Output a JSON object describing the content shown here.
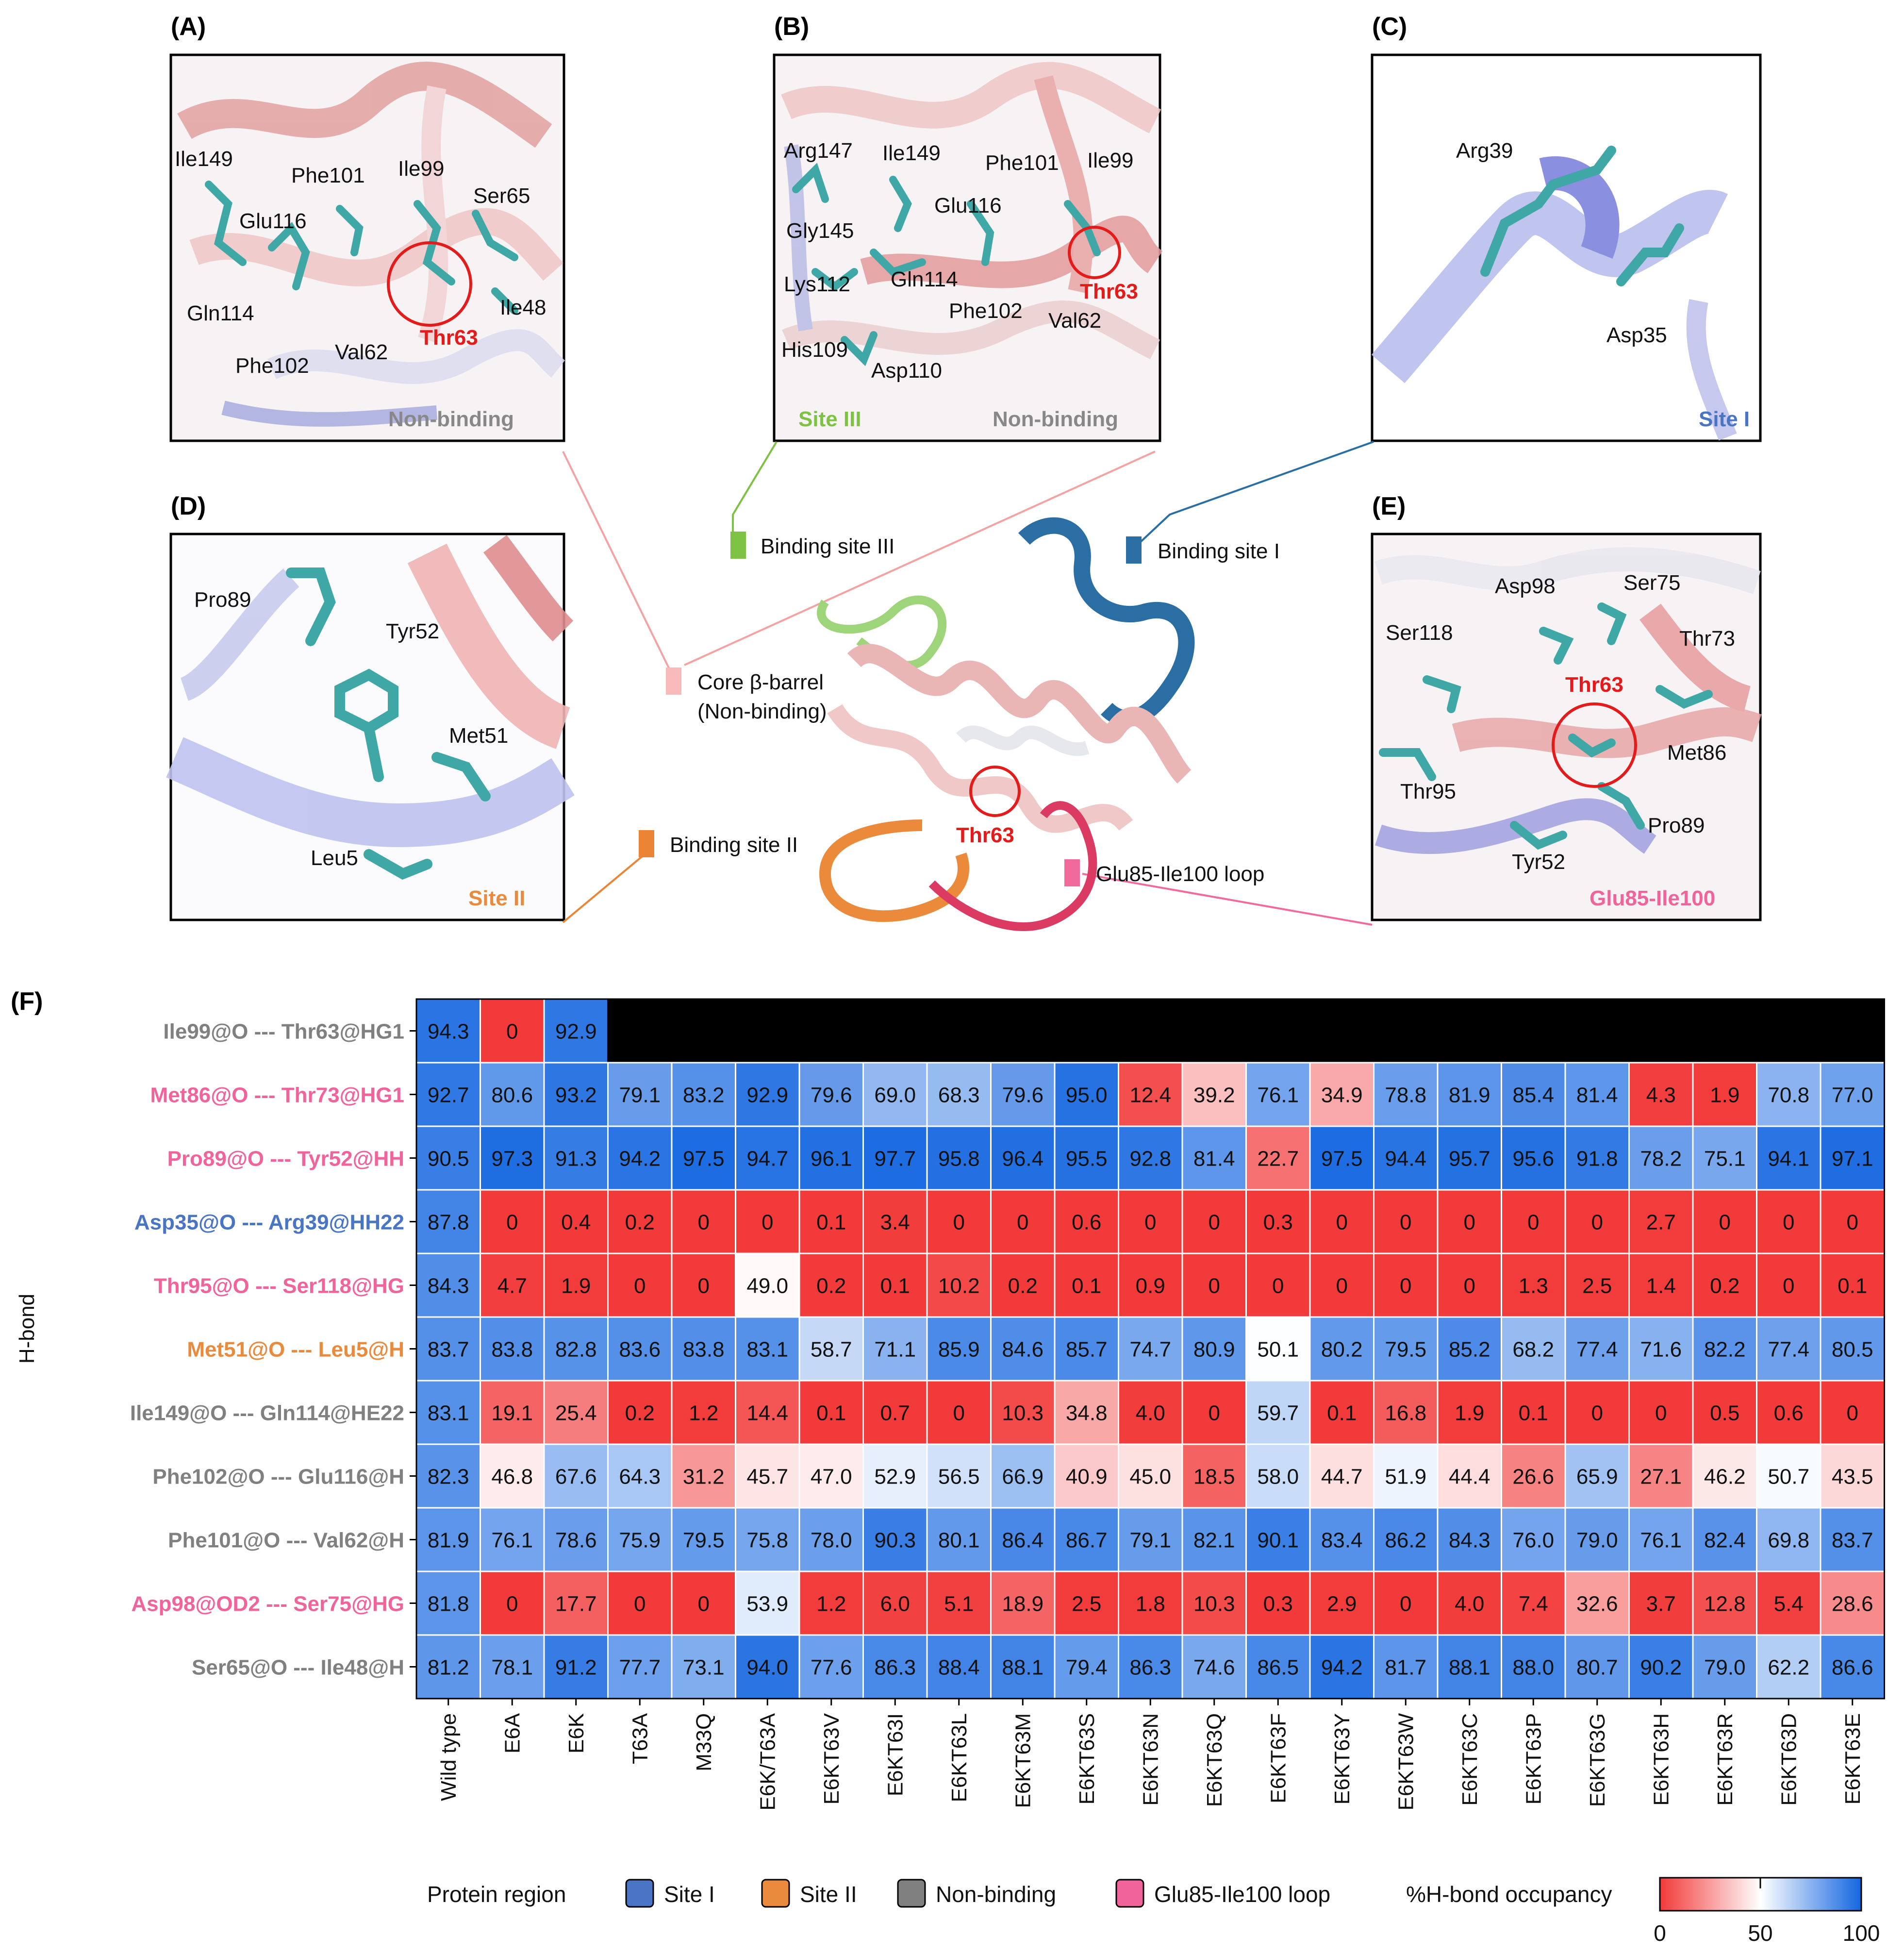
{
  "panels": {
    "A": {
      "letter": "(A)",
      "residues": [
        "Ile149",
        "Phe101",
        "Ile99",
        "Ser65",
        "Glu116",
        "Gln114",
        "Ile48",
        "Phe102",
        "Val62"
      ],
      "highlight": "Thr63",
      "region_label": "Non-binding"
    },
    "B": {
      "letter": "(B)",
      "residues": [
        "Arg147",
        "Ile149",
        "Phe101",
        "Ile99",
        "Gly145",
        "Glu116",
        "Lys112",
        "Gln114",
        "Phe102",
        "Val62",
        "His109",
        "Asp110"
      ],
      "highlight": "Thr63",
      "region_label_1": "Site III",
      "region_label_2": "Non-binding"
    },
    "C": {
      "letter": "(C)",
      "residues": [
        "Arg39",
        "Asp35"
      ],
      "region_label": "Site I"
    },
    "D": {
      "letter": "(D)",
      "residues": [
        "Pro89",
        "Tyr52",
        "Met51",
        "Leu5"
      ],
      "region_label": "Site II"
    },
    "E": {
      "letter": "(E)",
      "residues": [
        "Asp98",
        "Ser75",
        "Ser118",
        "Thr73",
        "Met86",
        "Thr95",
        "Pro89",
        "Tyr52"
      ],
      "highlight": "Thr63",
      "region_label": "Glu85-Ile100"
    }
  },
  "center": {
    "labels": {
      "site_iii": "Binding site III",
      "site_i": "Binding site I",
      "core_1": "Core β-barrel",
      "core_2": "(Non-binding)",
      "site_ii": "Binding site II",
      "loop": "Glu85-Ile100 loop",
      "thr": "Thr63"
    },
    "colors": {
      "site_iii": "#7dc242",
      "site_i": "#2b6ea3",
      "core": "#f7b9b9",
      "site_ii": "#ec8435",
      "loop": "#f06b9b"
    }
  },
  "heatmap": {
    "panel_letter": "(F)",
    "ylabel": "H-bond",
    "columns": [
      "Wild type",
      "E6A",
      "E6K",
      "T63A",
      "M33Q",
      "E6K/T63A",
      "E6KT63V",
      "E6KT63I",
      "E6KT63L",
      "E6KT63M",
      "E6KT63S",
      "E6KT63N",
      "E6KT63Q",
      "E6KT63F",
      "E6KT63Y",
      "E6KT63W",
      "E6KT63C",
      "E6KT63P",
      "E6KT63G",
      "E6KT63H",
      "E6KT63R",
      "E6KT63D",
      "E6KT63E"
    ],
    "rows": [
      {
        "label": "Ile99@O --- Thr63@HG1",
        "region": "nonbinding",
        "values": [
          "94.3",
          "0",
          "92.9",
          null,
          null,
          null,
          null,
          null,
          null,
          null,
          null,
          null,
          null,
          null,
          null,
          null,
          null,
          null,
          null,
          null,
          null,
          null,
          null
        ]
      },
      {
        "label": "Met86@O --- Thr73@HG1",
        "region": "loop",
        "values": [
          "92.7",
          "80.6",
          "93.2",
          "79.1",
          "83.2",
          "92.9",
          "79.6",
          "69.0",
          "68.3",
          "79.6",
          "95.0",
          "12.4",
          "39.2",
          "76.1",
          "34.9",
          "78.8",
          "81.9",
          "85.4",
          "81.4",
          "4.3",
          "1.9",
          "70.8",
          "77.0"
        ]
      },
      {
        "label": "Pro89@O --- Tyr52@HH",
        "region": "loop",
        "values": [
          "90.5",
          "97.3",
          "91.3",
          "94.2",
          "97.5",
          "94.7",
          "96.1",
          "97.7",
          "95.8",
          "96.4",
          "95.5",
          "92.8",
          "81.4",
          "22.7",
          "97.5",
          "94.4",
          "95.7",
          "95.6",
          "91.8",
          "78.2",
          "75.1",
          "94.1",
          "97.1"
        ]
      },
      {
        "label": "Asp35@O --- Arg39@HH22",
        "region": "site1",
        "values": [
          "87.8",
          "0",
          "0.4",
          "0.2",
          "0",
          "0",
          "0.1",
          "3.4",
          "0",
          "0",
          "0.6",
          "0",
          "0",
          "0.3",
          "0",
          "0",
          "0",
          "0",
          "0",
          "2.7",
          "0",
          "0",
          "0"
        ]
      },
      {
        "label": "Thr95@O --- Ser118@HG",
        "region": "loop",
        "values": [
          "84.3",
          "4.7",
          "1.9",
          "0",
          "0",
          "49.0",
          "0.2",
          "0.1",
          "10.2",
          "0.2",
          "0.1",
          "0.9",
          "0",
          "0",
          "0",
          "0",
          "0",
          "1.3",
          "2.5",
          "1.4",
          "0.2",
          "0",
          "0.1"
        ]
      },
      {
        "label": "Met51@O --- Leu5@H",
        "region": "site2",
        "values": [
          "83.7",
          "83.8",
          "82.8",
          "83.6",
          "83.8",
          "83.1",
          "58.7",
          "71.1",
          "85.9",
          "84.6",
          "85.7",
          "74.7",
          "80.9",
          "50.1",
          "80.2",
          "79.5",
          "85.2",
          "68.2",
          "77.4",
          "71.6",
          "82.2",
          "77.4",
          "80.5"
        ]
      },
      {
        "label": "Ile149@O --- Gln114@HE22",
        "region": "nonbinding",
        "values": [
          "83.1",
          "19.1",
          "25.4",
          "0.2",
          "1.2",
          "14.4",
          "0.1",
          "0.7",
          "0",
          "10.3",
          "34.8",
          "4.0",
          "0",
          "59.7",
          "0.1",
          "16.8",
          "1.9",
          "0.1",
          "0",
          "0",
          "0.5",
          "0.6",
          "0"
        ]
      },
      {
        "label": "Phe102@O --- Glu116@H",
        "region": "nonbinding",
        "values": [
          "82.3",
          "46.8",
          "67.6",
          "64.3",
          "31.2",
          "45.7",
          "47.0",
          "52.9",
          "56.5",
          "66.9",
          "40.9",
          "45.0",
          "18.5",
          "58.0",
          "44.7",
          "51.9",
          "44.4",
          "26.6",
          "65.9",
          "27.1",
          "46.2",
          "50.7",
          "43.5"
        ]
      },
      {
        "label": "Phe101@O --- Val62@H",
        "region": "nonbinding",
        "values": [
          "81.9",
          "76.1",
          "78.6",
          "75.9",
          "79.5",
          "75.8",
          "78.0",
          "90.3",
          "80.1",
          "86.4",
          "86.7",
          "79.1",
          "82.1",
          "90.1",
          "83.4",
          "86.2",
          "84.3",
          "76.0",
          "79.0",
          "76.1",
          "82.4",
          "69.8",
          "83.7"
        ]
      },
      {
        "label": "Asp98@OD2 --- Ser75@HG",
        "region": "loop",
        "values": [
          "81.8",
          "0",
          "17.7",
          "0",
          "0",
          "53.9",
          "1.2",
          "6.0",
          "5.1",
          "18.9",
          "2.5",
          "1.8",
          "10.3",
          "0.3",
          "2.9",
          "0",
          "4.0",
          "7.4",
          "32.6",
          "3.7",
          "12.8",
          "5.4",
          "28.6"
        ]
      },
      {
        "label": "Ser65@O --- Ile48@H",
        "region": "nonbinding",
        "values": [
          "81.2",
          "78.1",
          "91.2",
          "77.7",
          "73.1",
          "94.0",
          "77.6",
          "86.3",
          "88.4",
          "88.1",
          "79.4",
          "86.3",
          "74.6",
          "86.5",
          "94.2",
          "81.7",
          "88.1",
          "88.0",
          "80.7",
          "90.2",
          "79.0",
          "62.2",
          "86.6"
        ]
      }
    ],
    "region_colors": {
      "site1": "#4a75c4",
      "site2": "#ea8a3c",
      "nonbinding": "#808080",
      "loop": "#f0639b"
    },
    "legend": {
      "title": "Protein region",
      "items": [
        {
          "label": "Site I",
          "color": "#4a75c4"
        },
        {
          "label": "Site II",
          "color": "#ea8a3c"
        },
        {
          "label": "Non-binding",
          "color": "#808080"
        },
        {
          "label": "Glu85-Ile100 loop",
          "color": "#f0639b"
        }
      ],
      "colorbar_title": "%H-bond occupancy",
      "ticks": [
        "0",
        "50",
        "100"
      ]
    }
  }
}
